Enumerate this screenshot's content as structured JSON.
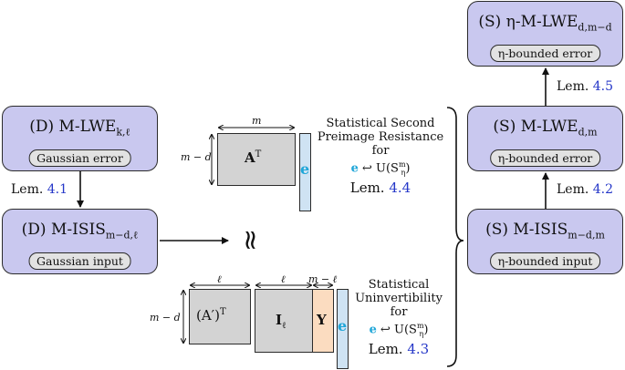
{
  "nodes": {
    "mlwe_k": {
      "title": "(D) M-LWE",
      "sub": "k,ℓ",
      "tag": "Gaussian error"
    },
    "misis_left": {
      "title": "(D) M-ISIS",
      "sub": "m−d,ℓ",
      "tag": "Gaussian input"
    },
    "eta_mlwe": {
      "title": "(S) η-M-LWE",
      "sub": "d,m−d",
      "tag": "η-bounded error"
    },
    "mlwe_dm": {
      "title": "(S) M-LWE",
      "sub": "d,m",
      "tag": "η-bounded error"
    },
    "misis_right": {
      "title": "(S) M-ISIS",
      "sub": "m−d,m",
      "tag": "η-bounded input"
    }
  },
  "lemmas": {
    "left": {
      "prefix": "Lem.",
      "ref": "4.1"
    },
    "right_top": {
      "prefix": "Lem.",
      "ref": "4.5"
    },
    "right_mid": {
      "prefix": "Lem.",
      "ref": "4.2"
    }
  },
  "top_matrix": {
    "width_label": "m",
    "height_label": "m − d",
    "matrix_label": "A",
    "matrix_sup": "T",
    "vector_label": "e"
  },
  "bottom_matrix": {
    "width1": "ℓ",
    "width2": "ℓ",
    "width3": "m − ℓ",
    "height_label": "m − d",
    "m1_label": "(A′)",
    "m1_sup": "T",
    "m2_label": "I",
    "m2_sub": "ℓ",
    "m3_label": "Y",
    "vector_label": "e"
  },
  "top_text": {
    "line1": "Statistical Second",
    "line2": "Preimage Resistance",
    "line3": "for",
    "e": "e",
    "dist": " ↩ U(S",
    "dist_sup": "m",
    "dist_sub": "η",
    "dist_end": ")",
    "lem": "Lem.",
    "lem_ref": "4.4"
  },
  "bottom_text": {
    "line1": "Statistical",
    "line2": "Uninvertibility",
    "line3": "for",
    "e": "e",
    "dist": " ↩ U(S",
    "dist_sup": "m",
    "dist_sub": "η",
    "dist_end": ")",
    "lem": "Lem.",
    "lem_ref": "4.3"
  },
  "approx_symbol": "≈",
  "colors": {
    "node_fill": "#c9c8ef",
    "ref_blue": "#2436c8",
    "e_blue": "#1fa6d8",
    "matrix_gray": "#d3d3d3",
    "matrix_orange": "#fbdcc0"
  }
}
